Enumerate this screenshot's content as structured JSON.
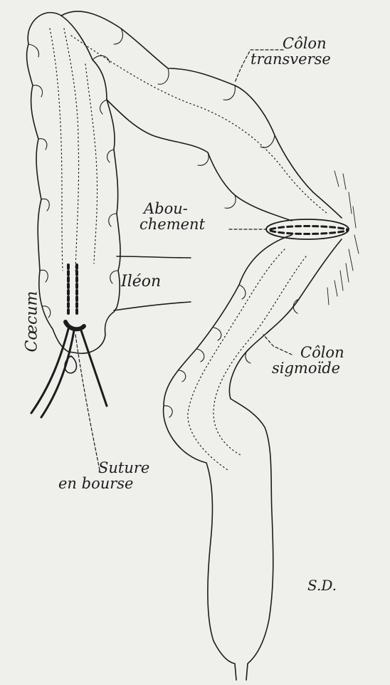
{
  "figure": {
    "labels": {
      "colon_transverse": [
        "Côlon",
        "transverse"
      ],
      "abouchement": [
        "Abou-",
        "chement"
      ],
      "ileon": "Iléon",
      "caecum": "Cœcum",
      "colon_sigmoide": [
        "Côlon",
        "sigmoïde"
      ],
      "suture": [
        "Suture",
        "en bourse"
      ],
      "signature": "S.D."
    },
    "colors": {
      "paper": "#efefec",
      "ink": "#1c1c1c"
    }
  }
}
